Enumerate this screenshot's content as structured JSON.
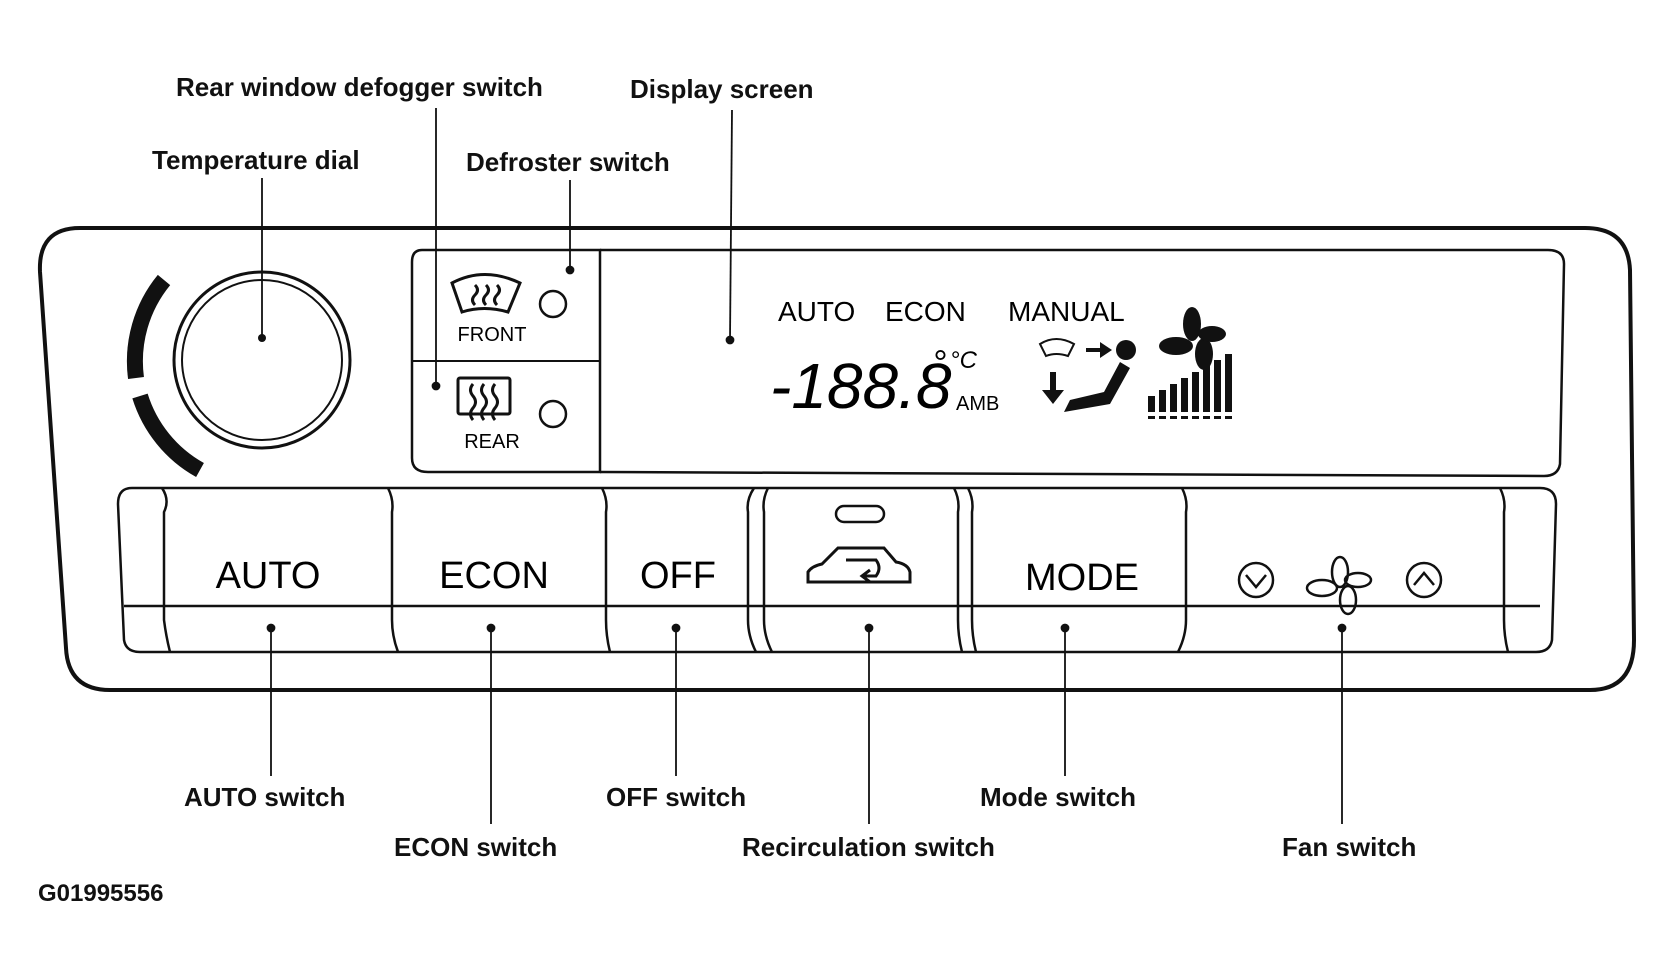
{
  "callouts": {
    "rear_defogger": "Rear window defogger switch",
    "display": "Display screen",
    "temp_dial": "Temperature dial",
    "defroster": "Defroster switch",
    "auto_switch": "AUTO switch",
    "econ_switch": "ECON switch",
    "off_switch": "OFF switch",
    "recirc_switch": "Recirculation switch",
    "mode_switch": "Mode switch",
    "fan_switch": "Fan switch"
  },
  "defrost": {
    "front_label": "FRONT",
    "rear_label": "REAR"
  },
  "display": {
    "auto": "AUTO",
    "econ": "ECON",
    "manual": "MANUAL",
    "temperature": "-188.8",
    "degree": "°",
    "unit": "°C",
    "amb": "AMB",
    "fan_bars": 8
  },
  "buttons": {
    "auto": "AUTO",
    "econ": "ECON",
    "off": "OFF",
    "mode": "MODE"
  },
  "figure_id": "G01995556",
  "colors": {
    "ink": "#111111",
    "background": "#ffffff"
  }
}
